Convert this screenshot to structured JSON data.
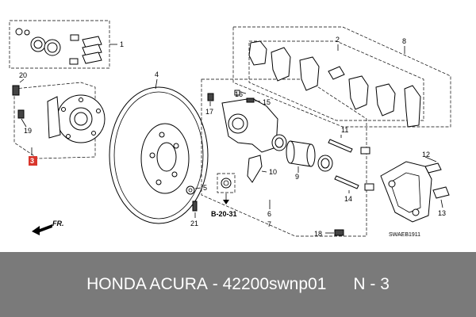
{
  "callouts": {
    "c1": "1",
    "c2": "2",
    "c3": "3",
    "c4": "4",
    "c5": "5",
    "c6": "6",
    "c7": "7",
    "c8": "8",
    "c9": "9",
    "c10": "10",
    "c11": "11",
    "c12": "12",
    "c13": "13",
    "c14": "14",
    "c15": "15",
    "c16": "16",
    "c17": "17",
    "c18": "18",
    "c19": "19",
    "c20": "20",
    "c21": "21"
  },
  "ref_label": "B-20-31",
  "front_label": "FR.",
  "diagram_code": "SWAEB1911",
  "caption": {
    "brand": "HONDA ACURA",
    "separator": " - ",
    "part_number": "42200swnp01",
    "position": "N - 3"
  },
  "colors": {
    "caption_bg": "#7a7a7a",
    "highlight": "#d9362c"
  }
}
